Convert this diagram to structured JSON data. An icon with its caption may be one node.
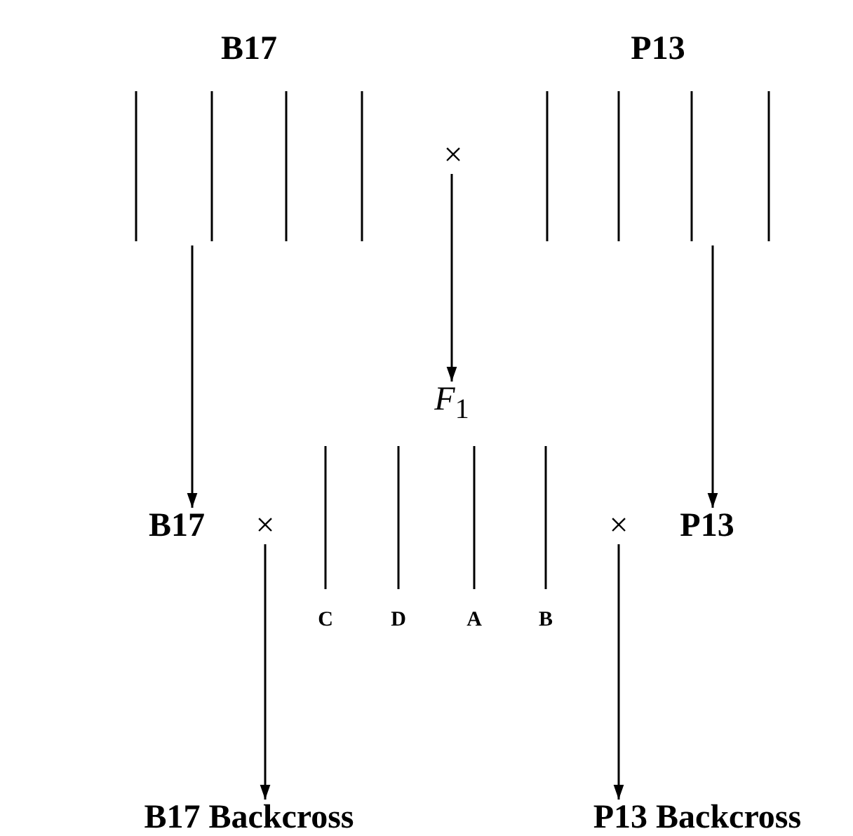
{
  "diagram": {
    "nodes": [
      {
        "text": [
          "B17"
        ]
      },
      {
        "text": [
          "×"
        ]
      },
      {
        "text": [
          "P13"
        ]
      },
      {
        "text": [
          "*F*$_{1}$"
        ]
      },
      {
        "text": [
          "B17"
        ]
      },
      {
        "text": [
          "×"
        ]
      },
      {
        "text": [
          "×"
        ]
      },
      {
        "text": [
          "P13"
        ]
      },
      {
        "text": [
          "B17 Backcross"
        ]
      },
      {
        "text": [
          "P13 Backcross"
        ]
      }
    ],
    "edges": [
      {
        "from": 0,
        "to": 4,
        "arrow": "to"
      },
      {
        "from": 1,
        "to": 3,
        "arrow": "to"
      },
      {
        "from": 2,
        "to": 7,
        "arrow": "to"
      },
      {
        "from": 5,
        "to": 8,
        "arrow": "to"
      },
      {
        "from": 6,
        "to": 9,
        "arrow": "to"
      }
    ],
    "labels": [
      "C",
      "D",
      "A",
      "B"
    ]
  }
}
